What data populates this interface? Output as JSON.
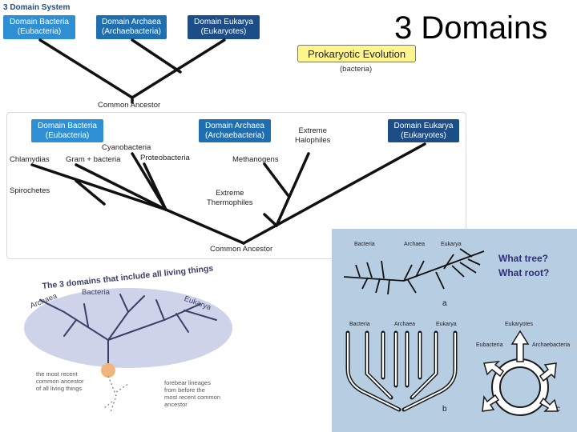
{
  "slide": {
    "title": "3 Domains"
  },
  "top_diagram": {
    "header": "3 Domain System",
    "boxes": [
      {
        "line1": "Domain Bacteria",
        "line2": "(Eubacteria)"
      },
      {
        "line1": "Domain Archaea",
        "line2": "(Archaebacteria)"
      },
      {
        "line1": "Domain Eukarya",
        "line2": "(Eukaryotes)"
      }
    ],
    "root_label": "Common Ancestor"
  },
  "prokaryotic": {
    "label": "Prokaryotic Evolution",
    "sub": "(bacteria)"
  },
  "mid_diagram": {
    "boxes": [
      {
        "line1": "Domain Bacteria",
        "line2": "(Eubacteria)"
      },
      {
        "line1": "Domain Archaea",
        "line2": "(Archaebacteria)"
      },
      {
        "line1": "Domain Eukarya",
        "line2": "(Eukaryotes)"
      }
    ],
    "labels": {
      "chlamydias": "Chlamydias",
      "gram": "Gram + bacteria",
      "cyano": "Cyanobacteria",
      "proteo": "Proteobacteria",
      "spiro": "Spirochetes",
      "meth": "Methanogens",
      "halo1": "Extreme",
      "halo2": "Halophiles",
      "thermo1": "Extreme",
      "thermo2": "Thermophiles",
      "root": "Common Ancestor"
    }
  },
  "bottom_left": {
    "title": "The 3 domains that include all living things",
    "archaea": "Archaea",
    "bacteria": "Bacteria",
    "eukarya": "Eukarya",
    "note1": [
      "the most recent",
      "common ancestor",
      "of all living things"
    ],
    "note2": [
      "forebear lineages",
      "from before the",
      "most recent common",
      "ancestor"
    ]
  },
  "bottom_right": {
    "q1": "What tree?",
    "q2": "What root?",
    "top_labels": [
      "Bacteria",
      "Archaea",
      "Eukarya"
    ],
    "mid_labels": [
      "Bacteria",
      "Archaea",
      "Eukarya"
    ],
    "c_labels": [
      "Eukaryotes",
      "Eubacteria",
      "Archaebacteria"
    ],
    "letters": [
      "a",
      "b",
      "c"
    ]
  }
}
